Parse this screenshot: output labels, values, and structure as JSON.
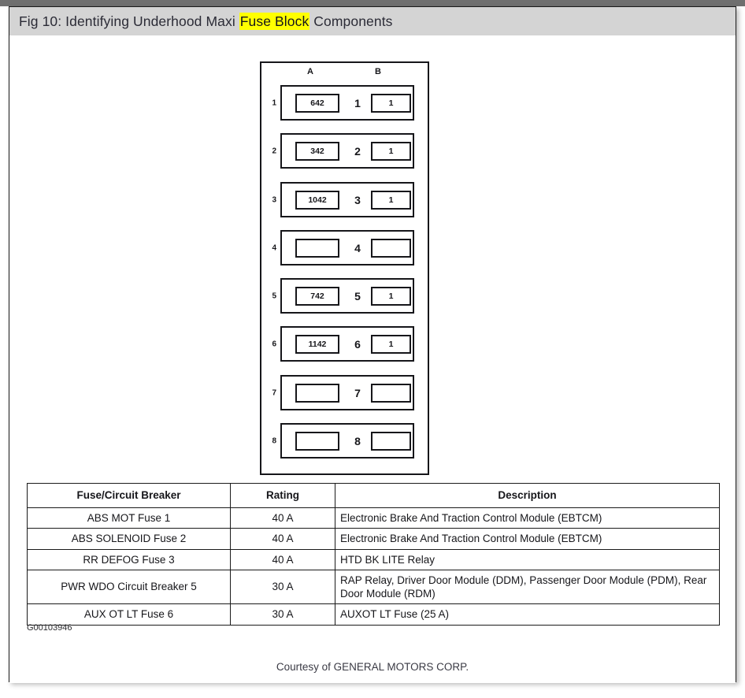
{
  "title": {
    "prefix": "Fig 10: Identifying Underhood Maxi ",
    "highlight": "Fuse Block",
    "suffix": " Components"
  },
  "diagram": {
    "column_headers": {
      "a": "A",
      "b": "B"
    },
    "rows": [
      {
        "num": "1",
        "a": "642",
        "mid": "1",
        "b": "1"
      },
      {
        "num": "2",
        "a": "342",
        "mid": "2",
        "b": "1"
      },
      {
        "num": "3",
        "a": "1042",
        "mid": "3",
        "b": "1"
      },
      {
        "num": "4",
        "a": "",
        "mid": "4",
        "b": ""
      },
      {
        "num": "5",
        "a": "742",
        "mid": "5",
        "b": "1"
      },
      {
        "num": "6",
        "a": "1142",
        "mid": "6",
        "b": "1"
      },
      {
        "num": "7",
        "a": "",
        "mid": "7",
        "b": ""
      },
      {
        "num": "8",
        "a": "",
        "mid": "8",
        "b": ""
      }
    ]
  },
  "table": {
    "headers": [
      "Fuse/Circuit Breaker",
      "Rating",
      "Description"
    ],
    "rows": [
      {
        "name": "ABS MOT Fuse 1",
        "rating": "40 A",
        "description": "Electronic Brake And Traction Control Module (EBTCM)"
      },
      {
        "name": "ABS SOLENOID Fuse 2",
        "rating": "40 A",
        "description": "Electronic Brake And Traction Control Module (EBTCM)"
      },
      {
        "name": "RR DEFOG Fuse 3",
        "rating": "40 A",
        "description": "HTD BK LITE Relay"
      },
      {
        "name": "PWR WDO Circuit Breaker 5",
        "rating": "30 A",
        "description": "RAP Relay, Driver Door Module (DDM), Passenger Door Module (PDM), Rear Door Module (RDM)"
      },
      {
        "name": "AUX OT LT Fuse 6",
        "rating": "30 A",
        "description": "AUXOT LT Fuse (25 A)"
      }
    ]
  },
  "figure_id": "G00103946",
  "courtesy": "Courtesy of GENERAL MOTORS CORP.",
  "colors": {
    "title_bar": "#d4d4d4",
    "highlight": "#ffff00",
    "ink": "#16161a",
    "page": "#ffffff"
  }
}
